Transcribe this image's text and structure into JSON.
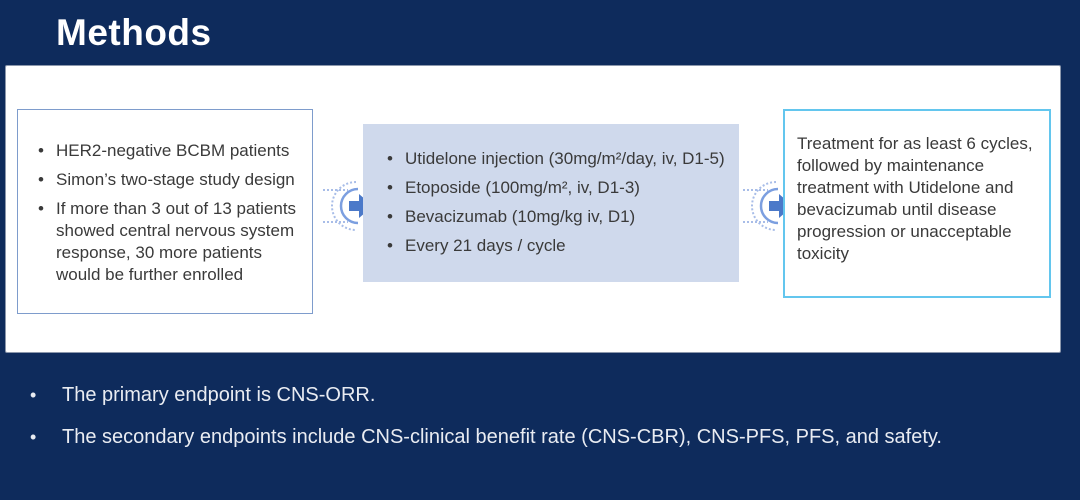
{
  "slide": {
    "title": "Methods",
    "colors": {
      "background": "#0e2b5c",
      "panel": "#ffffff",
      "left_box_border": "#7e9ccc",
      "middle_box_fill": "#cfd9ec",
      "right_box_border": "#63c6ee",
      "arrow_fill": "#4b79c9",
      "arrow_accent": "#93aede",
      "body_text": "#3a3a3a",
      "footer_text": "#e9ecf2"
    }
  },
  "flow": {
    "left_box": {
      "items": [
        "HER2-negative BCBM patients",
        "Simon’s two-stage study design",
        "If more than 3 out of 13 patients showed central nervous system response, 30 more patients would be further enrolled"
      ]
    },
    "middle_box": {
      "items": [
        "Utidelone injection (30mg/m²/day, iv, D1-5)",
        "Etoposide (100mg/m², iv, D1-3)",
        "Bevacizumab (10mg/kg iv, D1)",
        "Every 21 days / cycle"
      ]
    },
    "right_box": {
      "text": "Treatment for as least 6 cycles, followed by maintenance treatment with Utidelone and bevacizumab until disease progression or unacceptable toxicity"
    }
  },
  "footer": {
    "bullets": [
      "The primary endpoint is CNS-ORR.",
      "The secondary endpoints include CNS-clinical benefit rate (CNS-CBR), CNS-PFS, PFS, and safety."
    ]
  }
}
